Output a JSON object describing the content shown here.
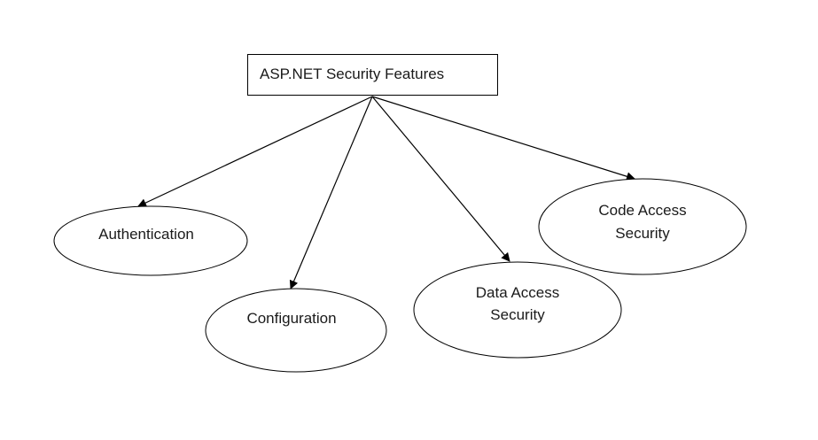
{
  "diagram": {
    "root": {
      "label": "ASP.NET Security Features"
    },
    "children": [
      {
        "id": "authentication",
        "lines": [
          "Authentication"
        ]
      },
      {
        "id": "configuration",
        "lines": [
          "Configuration"
        ]
      },
      {
        "id": "data-access-security",
        "lines": [
          "Data Access",
          "Security"
        ]
      },
      {
        "id": "code-access-security",
        "lines": [
          "Code Access",
          "Security"
        ]
      }
    ],
    "edges": [
      {
        "from": "root",
        "to": "authentication"
      },
      {
        "from": "root",
        "to": "configuration"
      },
      {
        "from": "root",
        "to": "data-access-security"
      },
      {
        "from": "root",
        "to": "code-access-security"
      }
    ],
    "colors": {
      "line": "#000000",
      "fill": "#ffffff",
      "text": "#1a1a1a"
    }
  }
}
